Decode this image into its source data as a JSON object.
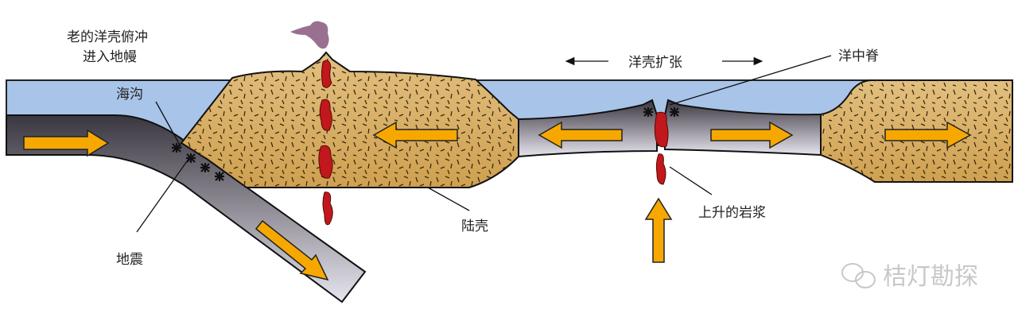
{
  "labels": {
    "subduction": [
      "老的洋壳俯冲",
      "进入地幔"
    ],
    "trench": "海沟",
    "earthquake": "地震",
    "continental_crust": "陆壳",
    "spreading": "洋壳扩张",
    "ridge": "洋中脊",
    "magma": "上升的岩浆"
  },
  "watermark": "桔灯勘探",
  "icons": {
    "watermark_logo": "wechat-icon"
  },
  "colors": {
    "ocean": "#a9c4e9",
    "continent": "#d8ad62",
    "plate_dark": "#3a3640",
    "plate_light": "#e6e4ec",
    "arrow": "#f7a800",
    "magma": "#c0181c",
    "smoke": "#9a7090"
  }
}
